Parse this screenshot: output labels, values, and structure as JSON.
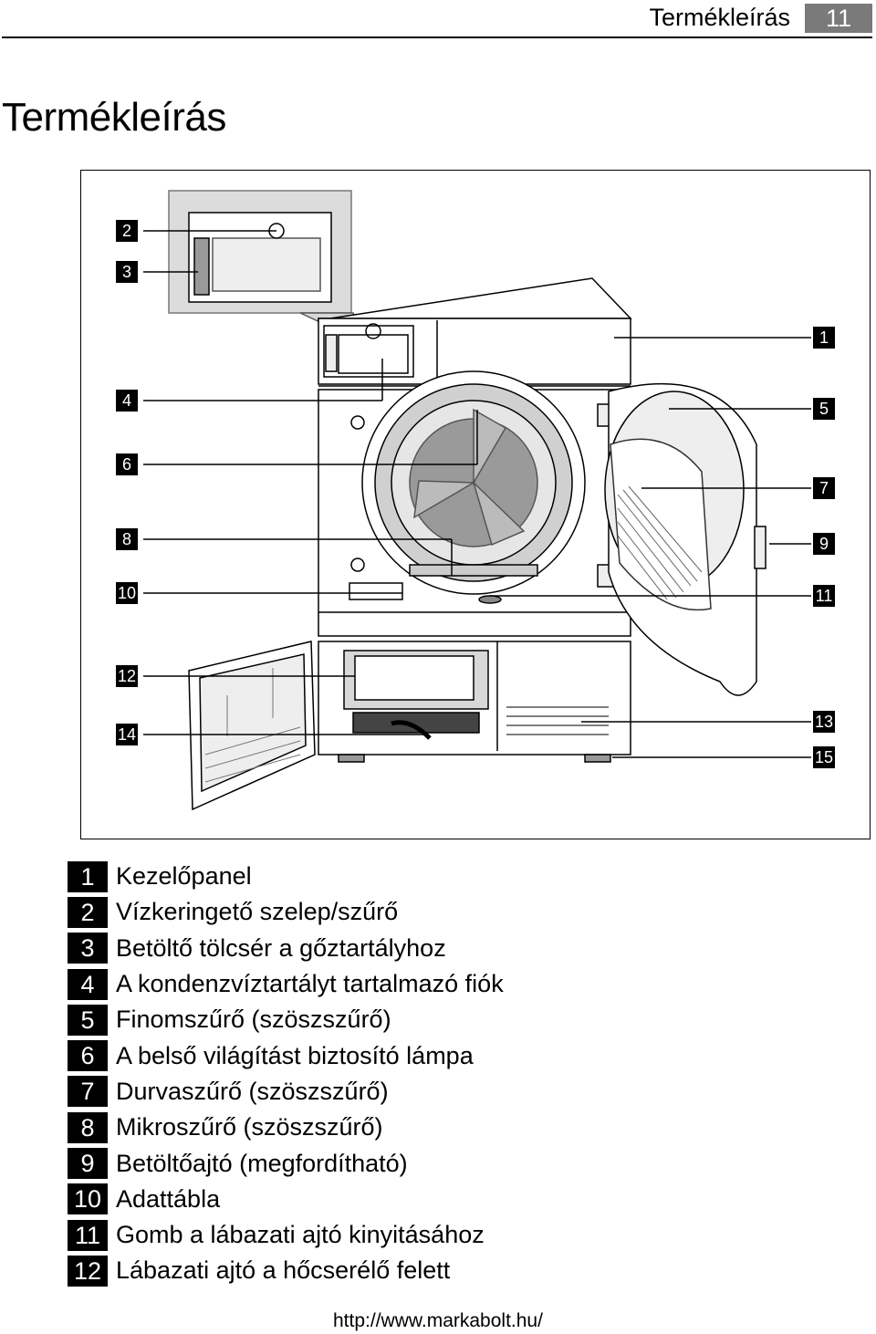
{
  "header": {
    "section": "Termékleírás",
    "page_number": "11"
  },
  "page_title": "Termékleírás",
  "figure": {
    "callouts": {
      "c1": "1",
      "c2": "2",
      "c3": "3",
      "c4": "4",
      "c5": "5",
      "c6": "6",
      "c7": "7",
      "c8": "8",
      "c9": "9",
      "c10": "10",
      "c11": "11",
      "c12": "12",
      "c13": "13",
      "c14": "14",
      "c15": "15"
    }
  },
  "legend": [
    {
      "num": "1",
      "text": "Kezelőpanel"
    },
    {
      "num": "2",
      "text": "Vízkeringető szelep/szűrő"
    },
    {
      "num": "3",
      "text": "Betöltő tölcsér a gőztartályhoz"
    },
    {
      "num": "4",
      "text": "A kondenzvíztartályt tartalmazó fiók"
    },
    {
      "num": "5",
      "text": "Finomszűrő (szöszszűrő)"
    },
    {
      "num": "6",
      "text": "A belső világítást biztosító lámpa"
    },
    {
      "num": "7",
      "text": "Durvaszűrő (szöszszűrő)"
    },
    {
      "num": "8",
      "text": "Mikroszűrő (szöszszűrő)"
    },
    {
      "num": "9",
      "text": "Betöltőajtó (megfordítható)"
    },
    {
      "num": "10",
      "text": "Adattábla"
    },
    {
      "num": "11",
      "text": "Gomb a lábazati ajtó kinyitásához"
    },
    {
      "num": "12",
      "text": "Lábazati ajtó a hőcserélő felett"
    }
  ],
  "footer": {
    "url": "http://www.markabolt.hu/"
  }
}
